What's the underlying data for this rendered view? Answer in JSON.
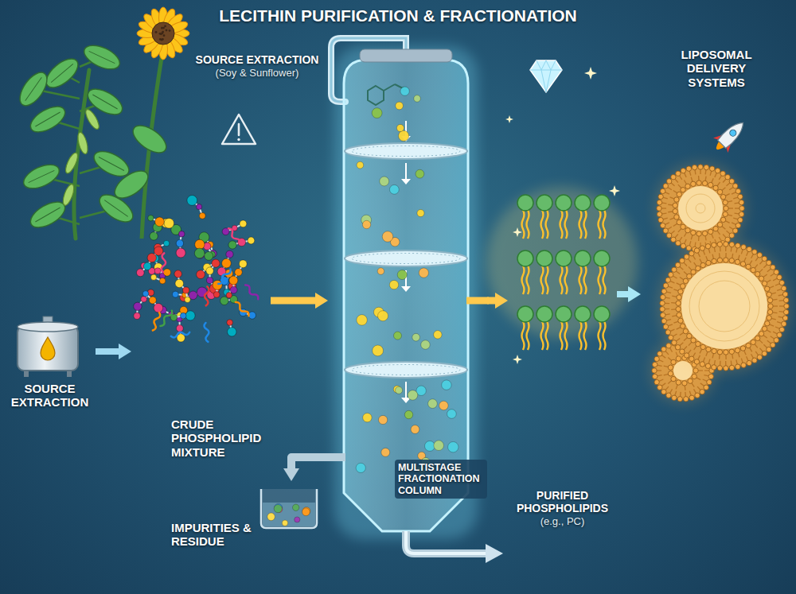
{
  "diagram": {
    "title": "LECITHIN PURIFICATION & FRACTIONATION",
    "nodes": [
      {
        "text": [
          "SOURCE EXTRACTION",
          "(Soy & Sunflower)"
        ]
      },
      {
        "text": [
          "SOURCE EXTRACTION"
        ]
      },
      {
        "text": [
          "CRUDE PHOSPHOLIPID MIXTURE"
        ]
      },
      {
        "text": [
          "MULTISTAGE FRACTIONATION COLUMN"
        ]
      },
      {
        "text": [
          "IMPURITIES & RESIDUE"
        ]
      },
      {
        "text": [
          "PURIFIED PHOSPHOLIPIDS",
          "(e.g., PC)"
        ]
      },
      {
        "text": [
          "LIPOSOMAL DELIVERY SYSTEMS"
        ]
      }
    ],
    "edges": [
      {
        "from": 1,
        "to": 2,
        "arrow": "to"
      },
      {
        "from": 2,
        "to": 3,
        "arrow": "to"
      },
      {
        "from": 3,
        "to": 4,
        "arrow": "to"
      },
      {
        "from": 3,
        "to": 5,
        "arrow": "to"
      },
      {
        "from": 5,
        "to": 6,
        "arrow": "to"
      }
    ]
  }
}
